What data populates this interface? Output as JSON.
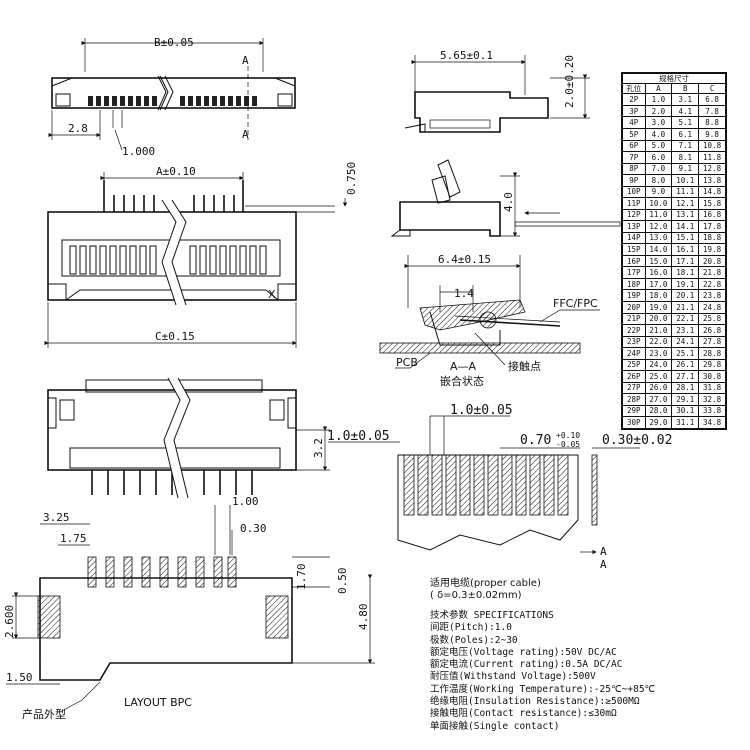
{
  "top_view": {
    "dim_b": "B±0.05",
    "dim_2_8": "2.8",
    "dim_1_000": "1.000",
    "section_marker": "A"
  },
  "side_view": {
    "dim_5_65": "5.65±0.1",
    "dim_2_0": "2.0±0.20"
  },
  "front_view": {
    "dim_a": "A±0.10",
    "dim_0_750": "0.750",
    "dim_c": "C±0.15",
    "mark_x": "X"
  },
  "open_view": {
    "dim_4_0": "4.0"
  },
  "section_view": {
    "dim_6_4": "6.4±0.15",
    "dim_1_4": "1.4",
    "label_ffc": "FFC/FPC",
    "label_pcb": "PCB",
    "label_section": "A—A",
    "label_mated": "嵌合状态",
    "label_contact": "接触点"
  },
  "bottom_view": {
    "dim_3_2": "3.2"
  },
  "pitch_detail": {
    "dim_1_0_left": "1.0±0.05",
    "dim_1_0_top": "1.0±0.05",
    "dim_0_70": "0.70",
    "dim_0_70_tol_plus": "+0.10",
    "dim_0_70_tol_minus": "-0.05",
    "dim_0_30": "0.30±0.02",
    "marker_a": "A"
  },
  "layout": {
    "dim_3_25": "3.25",
    "dim_1_75": "1.75",
    "dim_1_00": "1.00",
    "dim_0_30": "0.30",
    "dim_1_70": "1.70",
    "dim_0_50": "0.50",
    "dim_2_600": "2.600",
    "dim_4_80": "4.80",
    "dim_1_50": "1.50",
    "label_outline": "产品外型",
    "label_layout": "LAYOUT BPC"
  },
  "cable": {
    "line1": "适用电缆(proper cable)",
    "line2": "( δ=0.3±0.02mm)"
  },
  "specs": [
    "技术参数 SPECIFICATIONS",
    "间距(Pitch):1.0",
    "极数(Poles):2~30",
    "额定电压(Voltage rating):50V DC/AC",
    "额定电流(Current rating):0.5A DC/AC",
    "耐压值(Withstand Voltage):500V",
    "工作温度(Working Temperature):-25℃~+85℃",
    "绝缘电阻(Insulation Resistance):≥500MΩ",
    "接触电阻(Contact resistance):≤30mΩ",
    "单面接触(Single contact)"
  ],
  "table": {
    "title": "规格尺寸",
    "headers": [
      "孔位",
      "A",
      "B",
      "C"
    ],
    "rows": [
      [
        "2P",
        "1.0",
        "3.1",
        "6.8"
      ],
      [
        "3P",
        "2.0",
        "4.1",
        "7.8"
      ],
      [
        "4P",
        "3.0",
        "5.1",
        "8.8"
      ],
      [
        "5P",
        "4.0",
        "6.1",
        "9.8"
      ],
      [
        "6P",
        "5.0",
        "7.1",
        "10.8"
      ],
      [
        "7P",
        "6.0",
        "8.1",
        "11.8"
      ],
      [
        "8P",
        "7.0",
        "9.1",
        "12.8"
      ],
      [
        "9P",
        "8.0",
        "10.1",
        "13.8"
      ],
      [
        "10P",
        "9.0",
        "11.1",
        "14.8"
      ],
      [
        "11P",
        "10.0",
        "12.1",
        "15.8"
      ],
      [
        "12P",
        "11.0",
        "13.1",
        "16.8"
      ],
      [
        "13P",
        "12.0",
        "14.1",
        "17.8"
      ],
      [
        "14P",
        "13.0",
        "15.1",
        "18.8"
      ],
      [
        "15P",
        "14.0",
        "16.1",
        "19.8"
      ],
      [
        "16P",
        "15.0",
        "17.1",
        "20.8"
      ],
      [
        "17P",
        "16.0",
        "18.1",
        "21.8"
      ],
      [
        "18P",
        "17.0",
        "19.1",
        "22.8"
      ],
      [
        "19P",
        "18.0",
        "20.1",
        "23.8"
      ],
      [
        "20P",
        "19.0",
        "21.1",
        "24.8"
      ],
      [
        "21P",
        "20.0",
        "22.1",
        "25.8"
      ],
      [
        "22P",
        "21.0",
        "23.1",
        "26.8"
      ],
      [
        "23P",
        "22.0",
        "24.1",
        "27.8"
      ],
      [
        "24P",
        "23.0",
        "25.1",
        "28.8"
      ],
      [
        "25P",
        "24.0",
        "26.1",
        "29.8"
      ],
      [
        "26P",
        "25.0",
        "27.1",
        "30.8"
      ],
      [
        "27P",
        "26.0",
        "28.1",
        "31.8"
      ],
      [
        "28P",
        "27.0",
        "29.1",
        "32.8"
      ],
      [
        "29P",
        "28.0",
        "30.1",
        "33.8"
      ],
      [
        "30P",
        "29.0",
        "31.1",
        "34.8"
      ]
    ]
  }
}
